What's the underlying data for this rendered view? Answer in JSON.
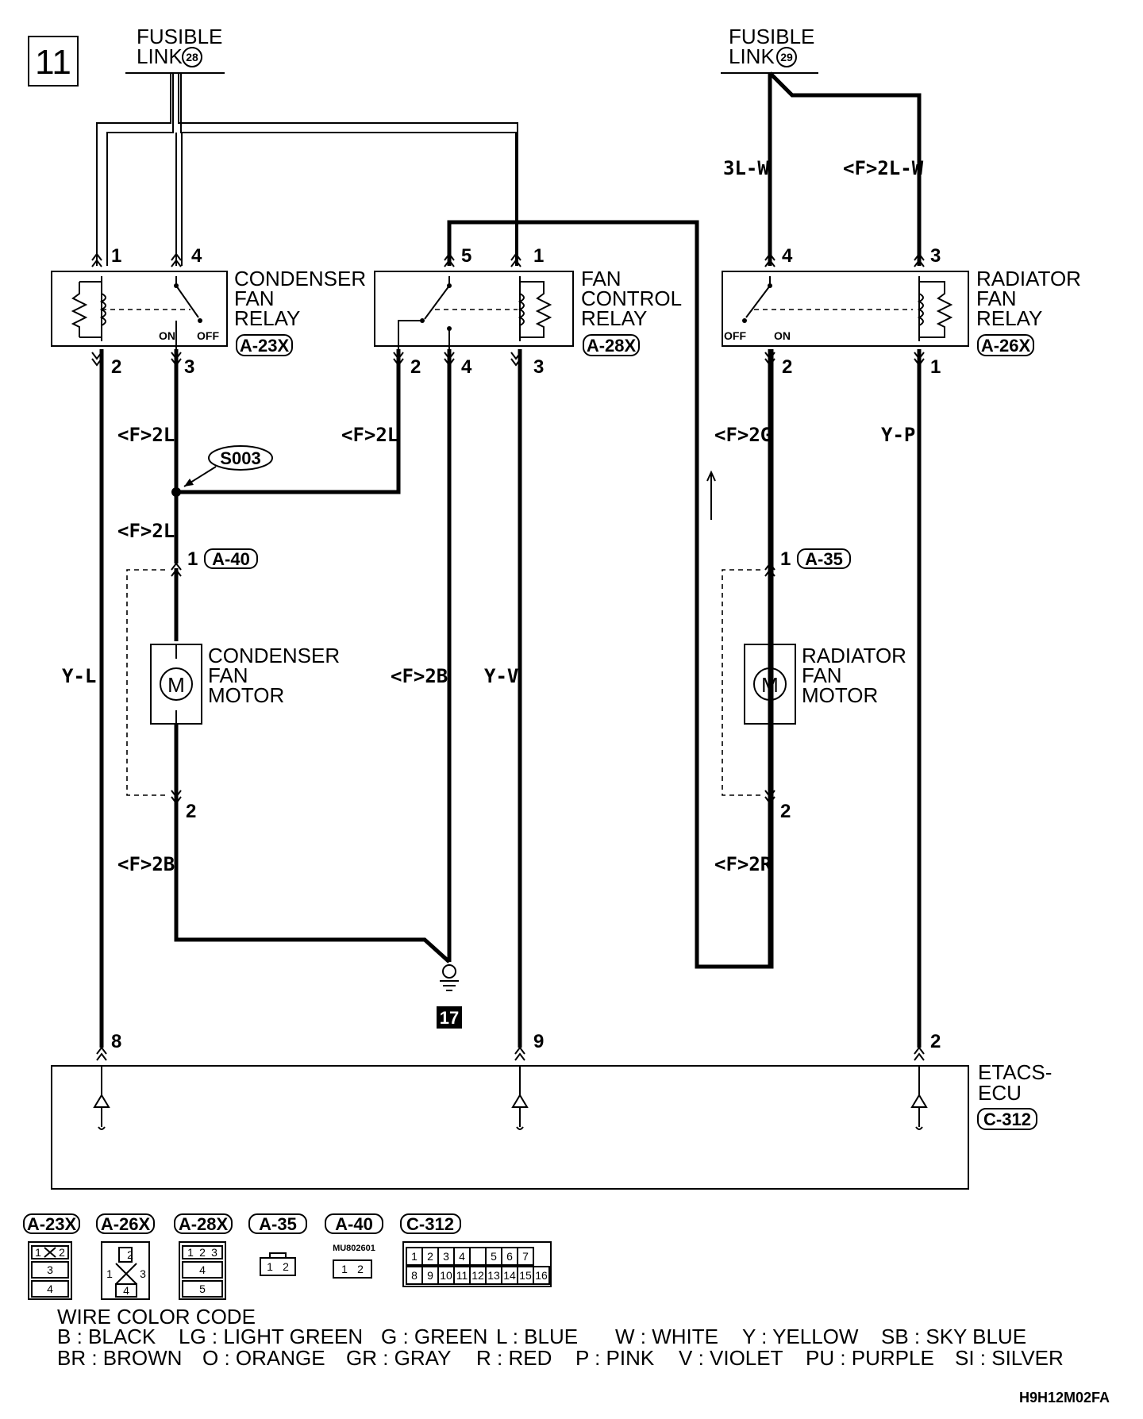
{
  "page_id": "11",
  "fusible_link_left": {
    "line1": "FUSIBLE",
    "line2": "LINK",
    "number": "28"
  },
  "fusible_link_right": {
    "line1": "FUSIBLE",
    "line2": "LINK",
    "number": "29"
  },
  "relays": {
    "condenser": {
      "line1": "CONDENSER",
      "line2": "FAN",
      "line3": "RELAY",
      "connector": "A-23X",
      "pins": {
        "p1": "1",
        "p4": "4",
        "p2": "2",
        "p3": "3"
      },
      "on": "ON",
      "off": "OFF"
    },
    "fan_control": {
      "line1": "FAN",
      "line2": "CONTROL",
      "line3": "RELAY",
      "connector": "A-28X",
      "pins": {
        "p5": "5",
        "p1": "1",
        "p2": "2",
        "p4": "4",
        "p3": "3"
      }
    },
    "radiator": {
      "line1": "RADIATOR",
      "line2": "FAN",
      "line3": "RELAY",
      "connector": "A-26X",
      "pins": {
        "p4": "4",
        "p3": "3",
        "p2": "2",
        "p1": "1"
      },
      "on": "ON",
      "off": "OFF"
    }
  },
  "motors": {
    "condenser": {
      "line1": "CONDENSER",
      "line2": "FAN",
      "line3": "MOTOR",
      "connector": "A-40",
      "pin_top": "1",
      "pin_bottom": "2",
      "symbol": "M"
    },
    "radiator": {
      "line1": "RADIATOR",
      "line2": "FAN",
      "line3": "MOTOR",
      "connector": "A-35",
      "pin_top": "1",
      "pin_bottom": "2",
      "symbol": "M"
    }
  },
  "wire_codes": {
    "w_3lw": "3L-W",
    "w_f2lw": "<F>2L-W",
    "w_f2l_a": "<F>2L",
    "w_f2l_b": "<F>2L",
    "w_f2l_c": "<F>2L",
    "w_f2g": "<F>2G",
    "w_yp": "Y-P",
    "w_yl": "Y-L",
    "w_f2b_a": "<F>2B",
    "w_yv": "Y-V",
    "w_f2b_b": "<F>2B",
    "w_f2r": "<F>2R"
  },
  "splice": "S003",
  "ground_number": "17",
  "ecu": {
    "line1": "ETACS-",
    "line2": "ECU",
    "connector": "C-312",
    "pins": {
      "p8": "8",
      "p9": "9",
      "p2": "2"
    }
  },
  "connector_views": {
    "labels": [
      "A-23X",
      "A-26X",
      "A-28X",
      "A-35",
      "A-40",
      "C-312"
    ],
    "a23x_cells": [
      "1",
      "2",
      "3",
      "4"
    ],
    "a26x_cells": [
      "1",
      "2",
      "3",
      "4"
    ],
    "a28x_cells": [
      "1",
      "2",
      "3",
      "4",
      "5"
    ],
    "a35_cells": [
      "1",
      "2"
    ],
    "a40_part": "MU802601",
    "a40_cells": [
      "1",
      "2"
    ],
    "c312_row1": [
      "1",
      "2",
      "3",
      "4",
      "",
      "5",
      "6",
      "7"
    ],
    "c312_row2": [
      "8",
      "9",
      "10",
      "11",
      "12",
      "13",
      "14",
      "15",
      "16"
    ]
  },
  "wire_color_code": {
    "title": "WIRE COLOR CODE",
    "row1": [
      "B : BLACK",
      "LG : LIGHT GREEN",
      "G : GREEN",
      "L : BLUE",
      "W : WHITE",
      "Y : YELLOW",
      "SB : SKY BLUE"
    ],
    "row2": [
      "BR : BROWN",
      "O : ORANGE",
      "GR : GRAY",
      "R : RED",
      "P : PINK",
      "V : VIOLET",
      "PU : PURPLE",
      "SI : SILVER"
    ]
  },
  "figure_code": "H9H12M02FA"
}
